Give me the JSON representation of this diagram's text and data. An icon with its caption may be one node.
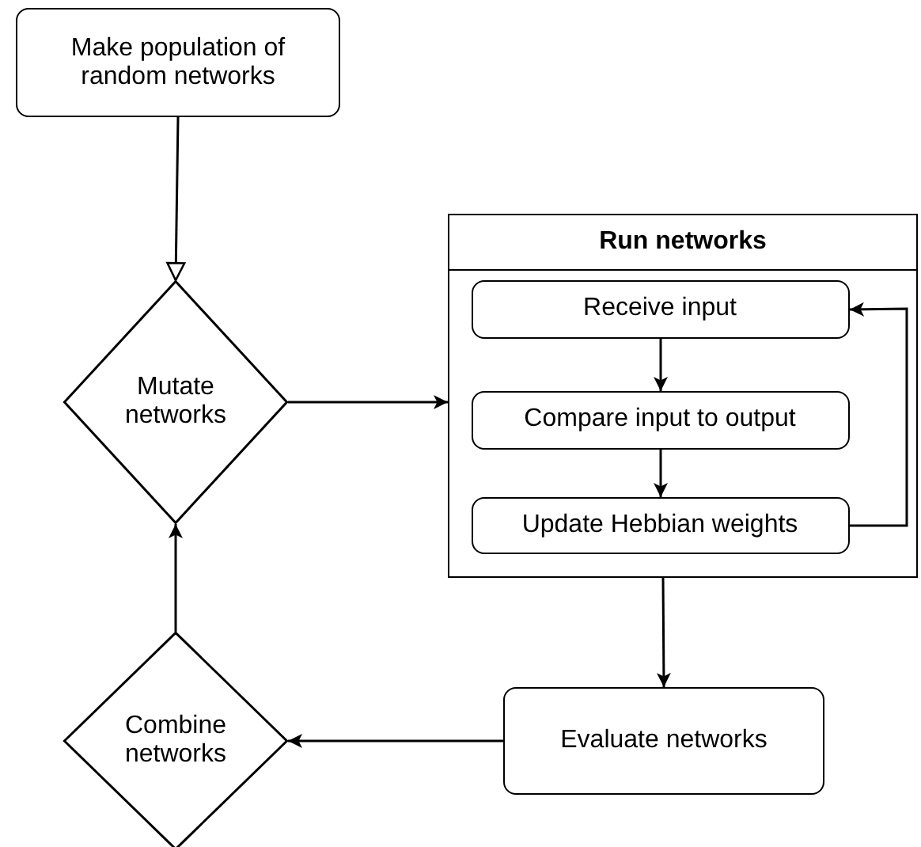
{
  "diagram": {
    "nodes": [
      {
        "text": [
          "Make population of random networks"
        ]
      },
      {
        "text": [
          "Mutate networks"
        ]
      },
      {
        "text": [
          "Run networks"
        ]
      },
      {
        "text": [
          "Receive input"
        ],
        "in": 2
      },
      {
        "text": [
          "Compare input to output"
        ],
        "in": 2
      },
      {
        "text": [
          "Update Hebbian weights"
        ],
        "in": 2
      },
      {
        "text": [
          "Evaluate networks"
        ]
      },
      {
        "text": [
          "Combine networks"
        ]
      }
    ],
    "edges": [
      {
        "from": 0,
        "to": 1,
        "arrow": "to"
      },
      {
        "from": 1,
        "to": 2,
        "arrow": "to"
      },
      {
        "from": 3,
        "to": 4,
        "arrow": "to"
      },
      {
        "from": 4,
        "to": 5,
        "arrow": "to"
      },
      {
        "from": 5,
        "to": 3,
        "arrow": "to"
      },
      {
        "from": 2,
        "to": 6,
        "arrow": "to"
      },
      {
        "from": 6,
        "to": 7,
        "arrow": "to"
      },
      {
        "from": 7,
        "to": 1,
        "arrow": "to"
      }
    ]
  }
}
